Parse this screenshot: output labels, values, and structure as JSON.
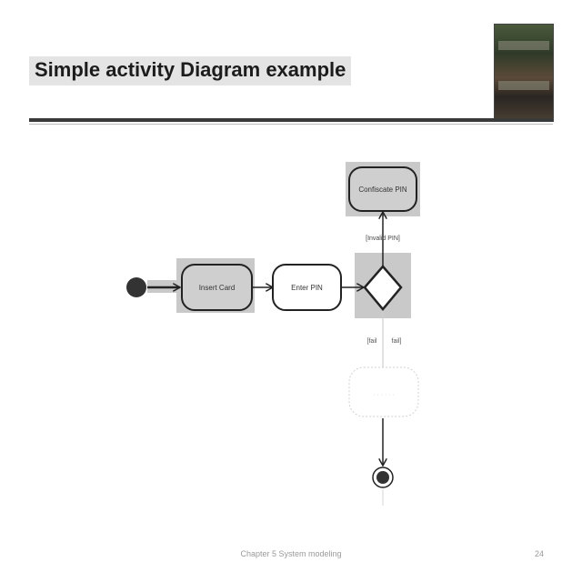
{
  "slide": {
    "title": "Simple activity Diagram example",
    "footer": "Chapter 5 System modeling",
    "page_number": "24"
  },
  "diagram": {
    "actions": {
      "insert_card": "Insert Card",
      "enter_pin": "Enter PIN",
      "confiscate_pin": "Confiscate PIN",
      "faded_action": "· · · · · ·"
    },
    "guards": {
      "invalid_pin": "[Invalid PIN]",
      "fail": "[fail",
      "ok": "fail]"
    },
    "colors": {
      "highlight": "#c9c9c9",
      "node_fill": "#ffffff",
      "stroke": "#222222",
      "faded": "#c8c8c8"
    }
  }
}
